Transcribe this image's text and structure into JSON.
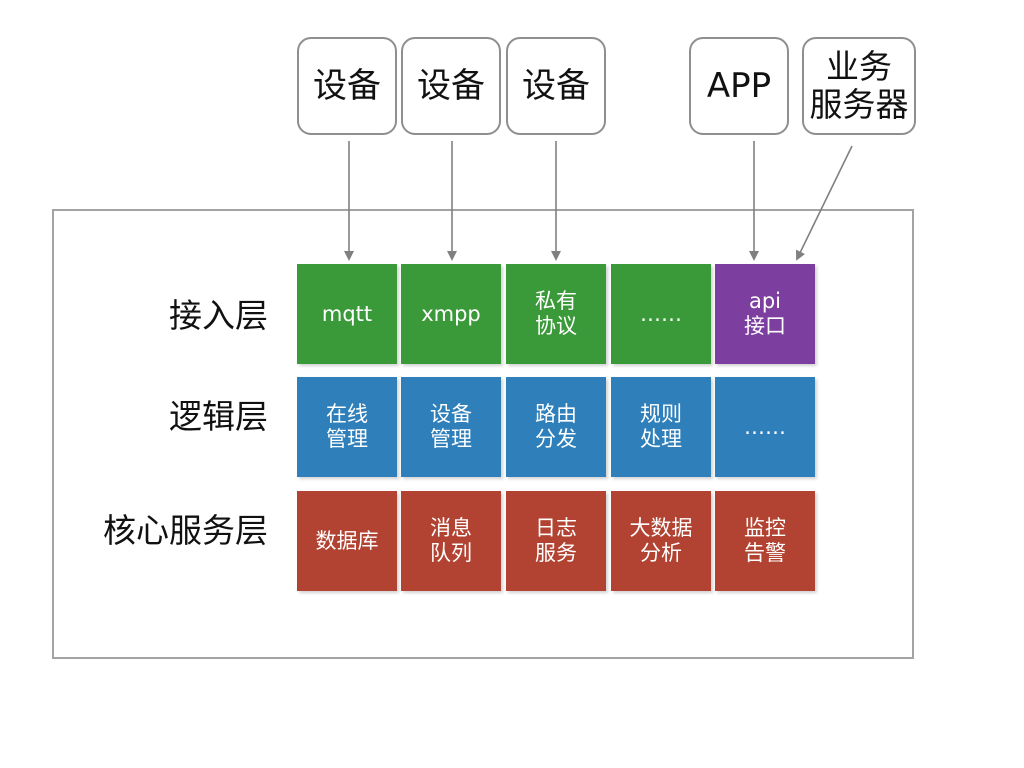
{
  "colors": {
    "access": "#3a9a3a",
    "access_api": "#7d3f9f",
    "logic": "#2e7fba",
    "core": "#b24332",
    "arrow": "#808080"
  },
  "sources": [
    {
      "label": "设备"
    },
    {
      "label": "设备"
    },
    {
      "label": "设备"
    },
    {
      "label": "APP"
    },
    {
      "label": "业务\n服务器"
    }
  ],
  "layers": {
    "access": {
      "label": "接入层",
      "cells": [
        "mqtt",
        "xmpp",
        "私有\n协议",
        "……",
        "api\n接口"
      ]
    },
    "logic": {
      "label": "逻辑层",
      "cells": [
        "在线\n管理",
        "设备\n管理",
        "路由\n分发",
        "规则\n处理",
        "……"
      ]
    },
    "core": {
      "label": "核心服务层",
      "cells": [
        "数据库",
        "消息\n队列",
        "日志\n服务",
        "大数据\n分析",
        "监控\n告警"
      ]
    }
  }
}
